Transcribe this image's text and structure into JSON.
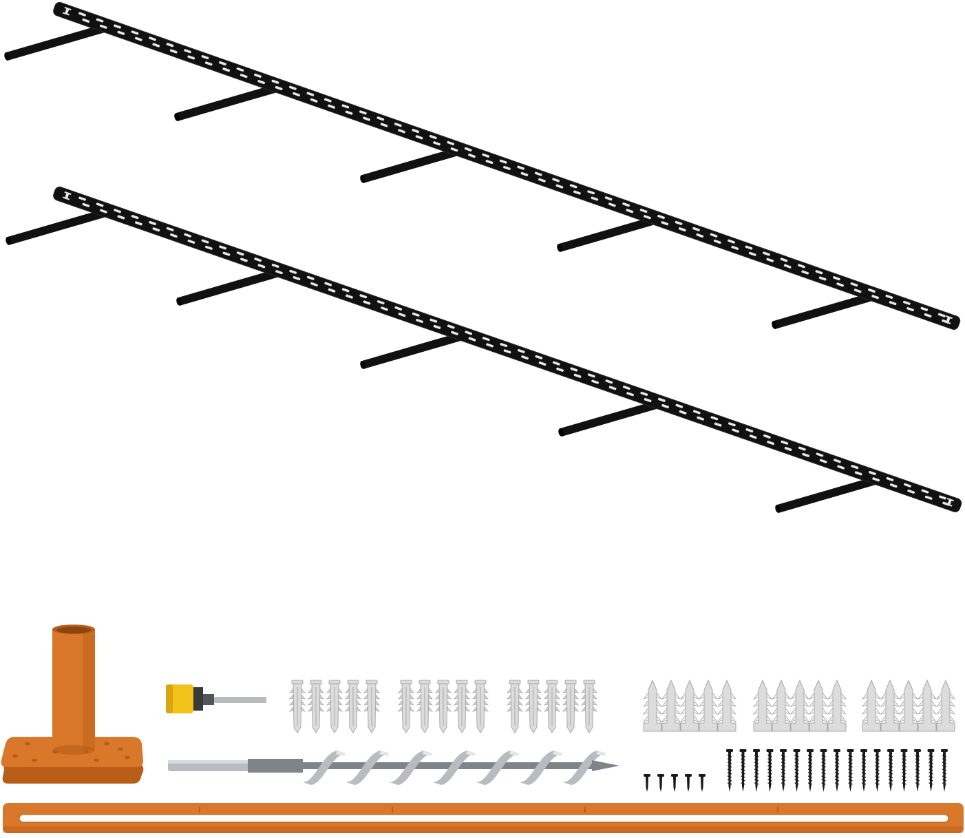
{
  "colors": {
    "background": "#ffffff",
    "bracket": "#111111",
    "bracket_edge": "#2b2b2b",
    "slot": "#e8e8e8",
    "orange": "#d9782a",
    "orange_dark": "#b85e18",
    "anchor": "#dcdcdc",
    "anchor_edge": "#a9a9a9",
    "screw": "#1a1a1a",
    "steel": "#b8bcc0",
    "steel_dark": "#7f8489",
    "router_yellow": "#f2c21b"
  },
  "items": {
    "brackets": {
      "count": 2,
      "rods_per_bracket": 5
    },
    "drill_guide": "orange-drill-guide",
    "router_bit": "router-bit",
    "auger_bit": "auger-drill-bit",
    "plastic_anchor_groups": 3,
    "plastic_anchors_per_group": 5,
    "drywall_anchor_groups": 3,
    "drywall_anchors_per_group": 5,
    "short_screws": 5,
    "long_screws": 17,
    "template_ruler": "orange-template-ruler"
  }
}
